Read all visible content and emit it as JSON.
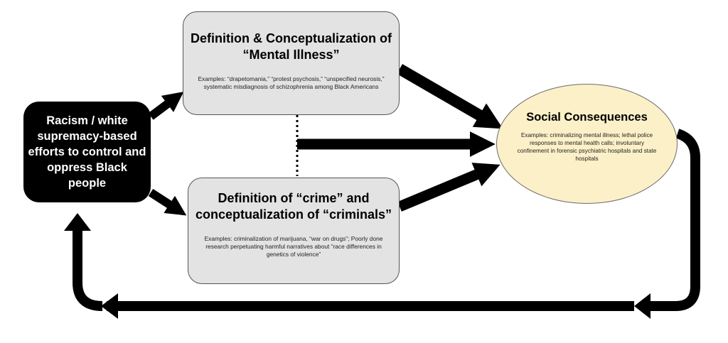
{
  "nodes": {
    "racism": {
      "text": "Racism / white supremacy-based efforts to control and oppress Black people"
    },
    "mental_illness": {
      "title": "Definition & Conceptualization of “Mental Illness”",
      "examples": "Examples: “drapetomania,” “protest psychosis,” “unspecified neurosis,” systematic misdiagnosis of schizophrenia among Black Americans"
    },
    "crime": {
      "title": "Definition of “crime” and conceptualization of “criminals”",
      "examples": "Examples: criminalization of marijuana, “war on drugs”; Poorly done research perpetuating harmful narratives about “race differences in genetics of violence”"
    },
    "social": {
      "title": "Social Consequences",
      "examples": "Examples: criminalizing mental illness; lethal police responses to mental health calls; involuntary confinement in forensic psychiatric hospitals and state hospitals"
    }
  },
  "colors": {
    "racism_box": "#000000",
    "definition_box": "#e3e3e3",
    "consequences_ellipse": "#fbf0c7",
    "arrows": "#000000"
  }
}
